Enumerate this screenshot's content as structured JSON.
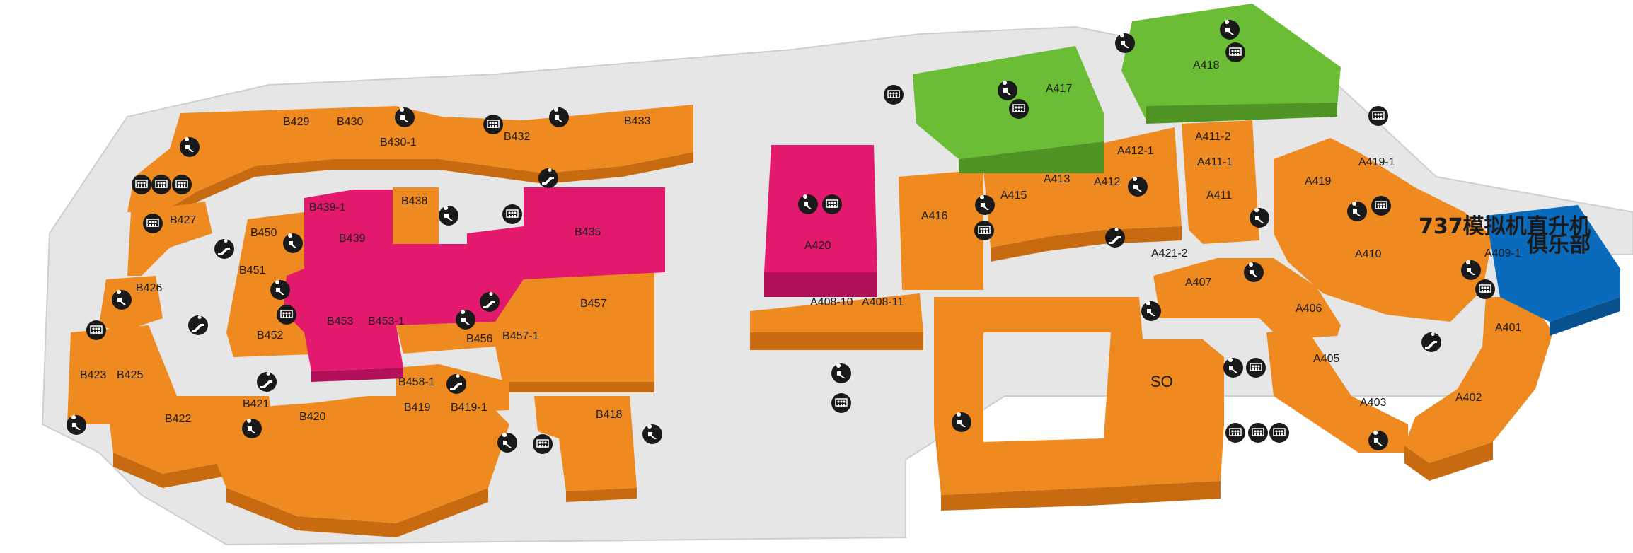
{
  "colors": {
    "floor": "#e6e6e6",
    "orange": "#ee8a1f",
    "orange_dark": "#c76a10",
    "magenta": "#e3196e",
    "magenta_dark": "#b3105a",
    "green": "#6cbd36",
    "green_dark": "#4f9424",
    "blue": "#0a6bbd",
    "blue_dark": "#08518f",
    "icon_bg": "#1a1a1a"
  },
  "labels": {
    "b429": "B429",
    "b430": "B430",
    "b430_1": "B430-1",
    "b432": "B432",
    "b433": "B433",
    "b427": "B427",
    "b438": "B438",
    "b439_1": "B439-1",
    "b439": "B439",
    "b435": "B435",
    "b450": "B450",
    "b451": "B451",
    "b426": "B426",
    "b452": "B452",
    "b453": "B453",
    "b453_1": "B453-1",
    "b456": "B456",
    "b457_1": "B457-1",
    "b457": "B457",
    "b423": "B423",
    "b425": "B425",
    "b422": "B422",
    "b421": "B421",
    "b420": "B420",
    "b458_1": "B458-1",
    "b419": "B419",
    "b419_1": "B419-1",
    "b418": "B418",
    "a420": "A420",
    "a408_10": "A408-10",
    "a408_11": "A408-11",
    "a417": "A417",
    "a418": "A418",
    "a416": "A416",
    "a415": "A415",
    "a413": "A413",
    "a412_1": "A412-1",
    "a412": "A412",
    "a411_2": "A411-2",
    "a411_1": "A411-1",
    "a411": "A411",
    "a419": "A419",
    "a419_1": "A419-1",
    "a410": "A410",
    "a409_1": "A409-1",
    "a421_2": "A421-2",
    "a407": "A407",
    "a406": "A406",
    "a405": "A405",
    "a403": "A403",
    "a401": "A401",
    "a402": "A402",
    "so": "SO",
    "sim737": "737模拟机",
    "heli_line1": "直升机",
    "heli_line2": "俱乐部"
  },
  "icons": {
    "elevator": "elevator-icon",
    "escalator": "escalator-icon",
    "restroom": "restroom-icon",
    "accessible": "accessible-icon",
    "baby": "baby-care-icon"
  }
}
